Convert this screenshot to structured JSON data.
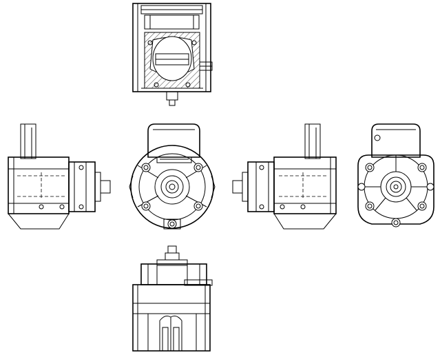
{
  "drawing": {
    "views": [
      {
        "id": "top-section",
        "kind": "section"
      },
      {
        "id": "left-side",
        "kind": "elevation"
      },
      {
        "id": "front",
        "kind": "elevation"
      },
      {
        "id": "right-side",
        "kind": "elevation"
      },
      {
        "id": "rear",
        "kind": "elevation"
      },
      {
        "id": "bottom",
        "kind": "elevation"
      }
    ],
    "colors": {
      "line": "#000000",
      "background": "#ffffff"
    }
  }
}
